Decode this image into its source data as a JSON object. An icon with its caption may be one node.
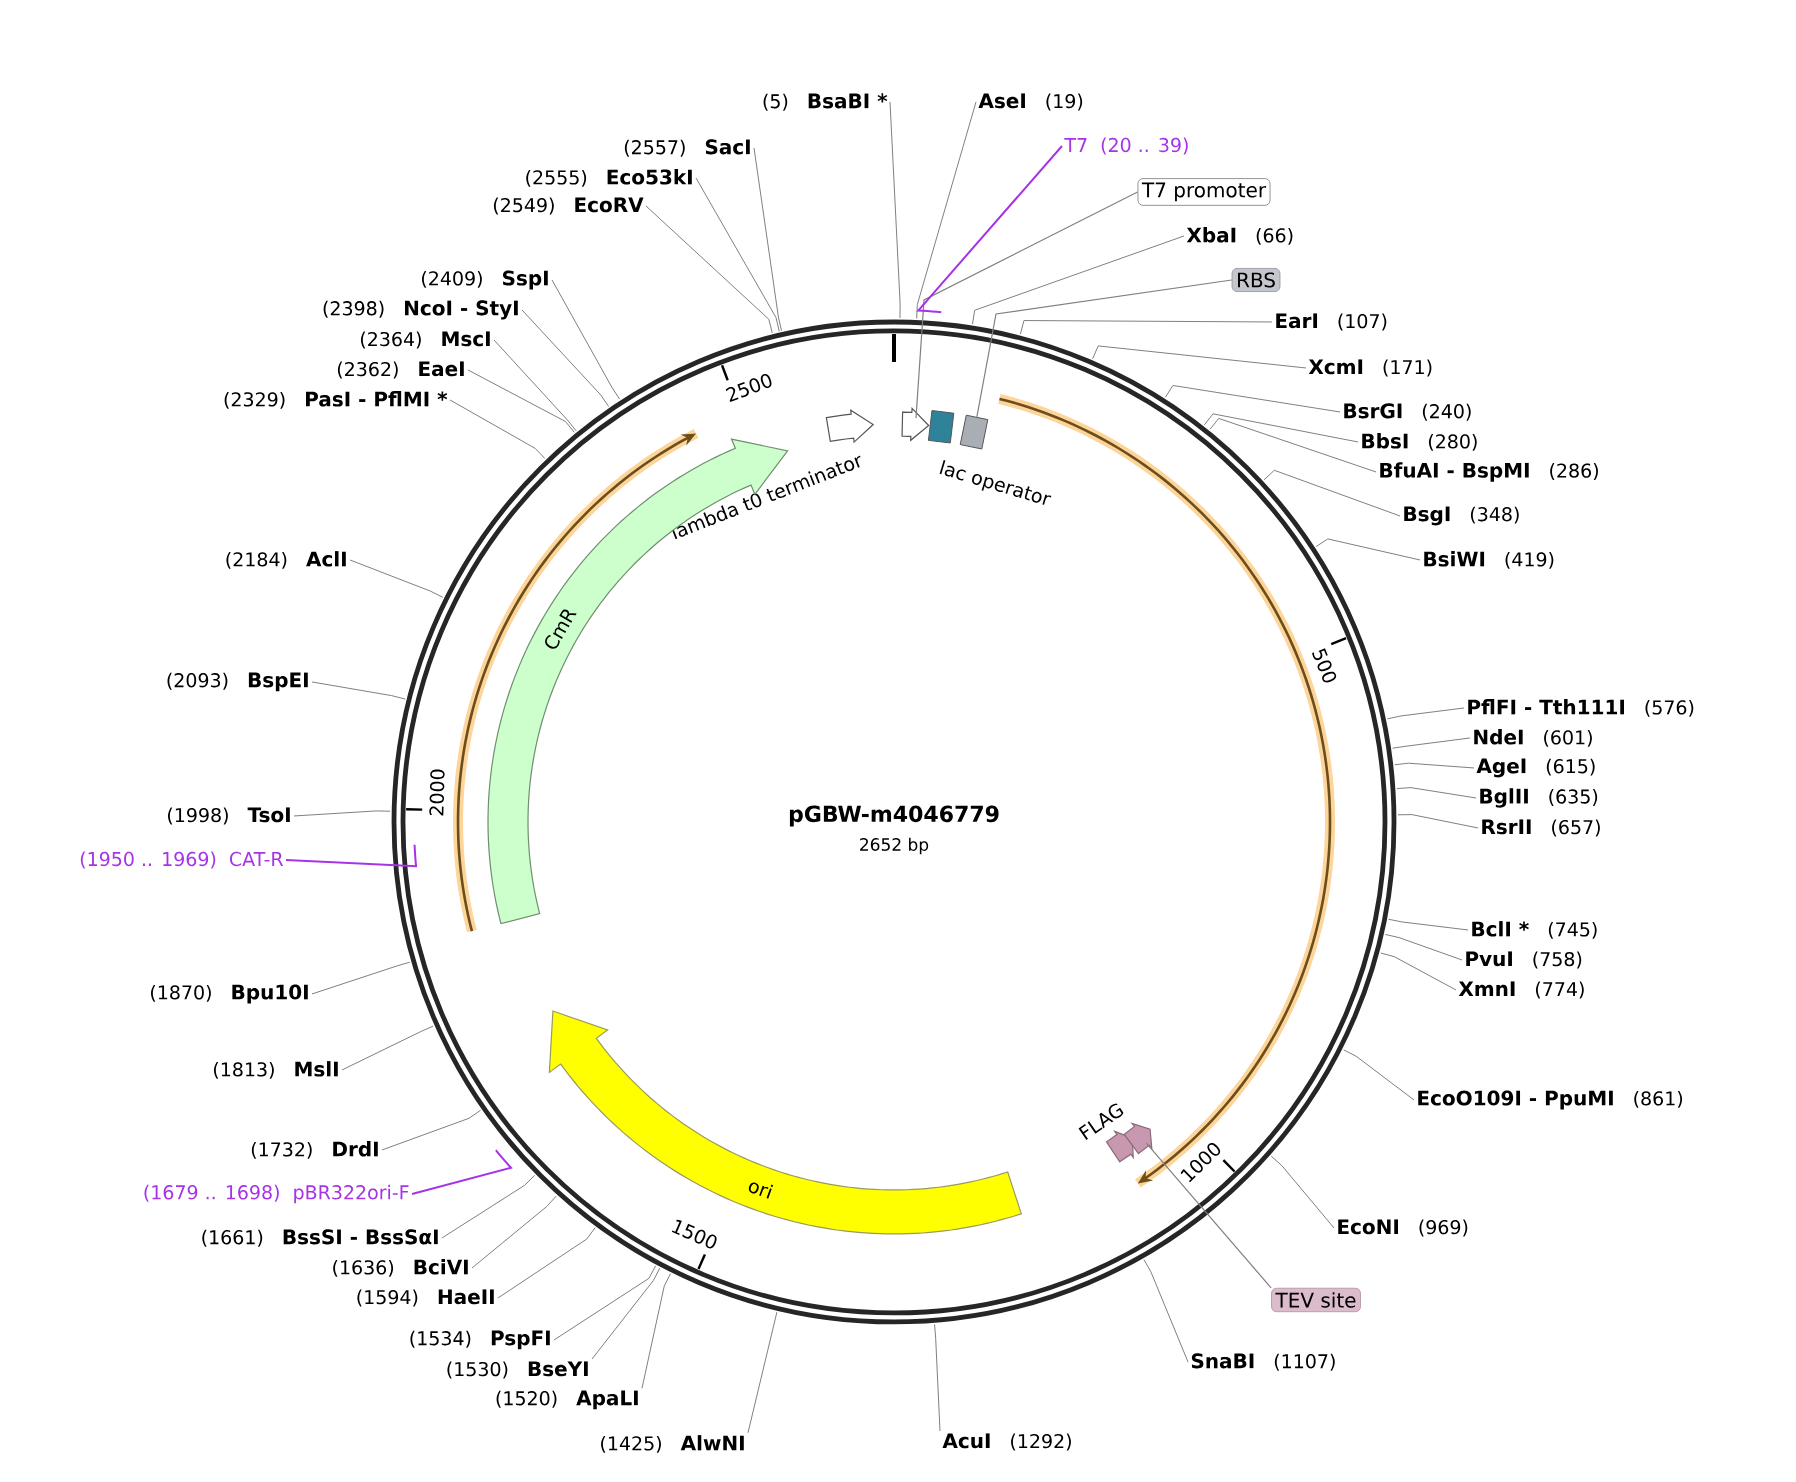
{
  "diagram": {
    "title": "pGBW-m4046779",
    "nodes": [
      {
        "text": [
          "lambda t0 terminator"
        ]
      },
      {
        "text": [],
        "shape": "arrow"
      },
      {
        "text": [
          "lac operator"
        ]
      },
      {
        "text": [],
        "shape": "box"
      },
      {
        "text": [
          "FLAG"
        ]
      },
      {
        "text": [],
        "shape": "arrow"
      },
      {
        "text": [
          "CmR"
        ]
      },
      {
        "text": [
          "ori"
        ]
      },
      {
        "text": [
          "T7 promoter"
        ]
      },
      {
        "text": [
          "RBS"
        ]
      },
      {
        "text": [
          "TEV site"
        ]
      },
      {
        "text": [
          "AseI",
          "(19)"
        ]
      },
      {
        "text": [
          "T7",
          "(20 .. 39)"
        ]
      },
      {
        "text": [
          "XbaI",
          "(66)"
        ]
      },
      {
        "text": [
          "EarI",
          "(107)"
        ]
      },
      {
        "text": [
          "XcmI",
          "(171)"
        ]
      },
      {
        "text": [
          "BsrGI",
          "(240)"
        ]
      },
      {
        "text": [
          "BbsI",
          "(280)"
        ]
      },
      {
        "text": [
          "BfuAI - BspMI",
          "(286)"
        ]
      },
      {
        "text": [
          "BsgI",
          "(348)"
        ]
      },
      {
        "text": [
          "BsiWI",
          "(419)"
        ]
      },
      {
        "text": [
          "PflFI - Tth111I",
          "(576)"
        ]
      },
      {
        "text": [
          "NdeI",
          "(601)"
        ]
      },
      {
        "text": [
          "AgeI",
          "(615)"
        ]
      },
      {
        "text": [
          "BglII",
          "(635)"
        ]
      },
      {
        "text": [
          "RsrII",
          "(657)"
        ]
      },
      {
        "text": [
          "BclI *",
          "(745)"
        ]
      },
      {
        "text": [
          "PvuI",
          "(758)"
        ]
      },
      {
        "text": [
          "XmnI",
          "(774)"
        ]
      },
      {
        "text": [
          "EcoO109I - PpuMI",
          "(861)"
        ]
      },
      {
        "text": [
          "EcoNI",
          "(969)"
        ]
      },
      {
        "text": [
          "SnaBI",
          "(1107)"
        ]
      },
      {
        "text": [
          "AcuI",
          "(1292)"
        ]
      },
      {
        "text": [
          "(1425)",
          "AlwNI"
        ]
      },
      {
        "text": [
          "(1520)",
          "ApaLI"
        ]
      },
      {
        "text": [
          "(1530)",
          "BseYI"
        ]
      },
      {
        "text": [
          "(1534)",
          "PspFI"
        ]
      },
      {
        "text": [
          "(1594)",
          "HaeII"
        ]
      },
      {
        "text": [
          "(1636)",
          "BciVI"
        ]
      },
      {
        "text": [
          "(1661)",
          "BssSI - BssSαI"
        ]
      },
      {
        "text": [
          "(1679 .. 1698)",
          "pBR322ori-F"
        ]
      },
      {
        "text": [
          "(1732)",
          "DrdI"
        ]
      },
      {
        "text": [
          "(1813)",
          "MslI"
        ]
      },
      {
        "text": [
          "(1870)",
          "Bpu10I"
        ]
      },
      {
        "text": [
          "(1950 .. 1969)",
          "CAT-R"
        ]
      },
      {
        "text": [
          "(1998)",
          "TsoI"
        ]
      },
      {
        "text": [
          "(2093)",
          "BspEI"
        ]
      },
      {
        "text": [
          "(2184)",
          "AclI"
        ]
      },
      {
        "text": [
          "(2329)",
          "PasI - PflMI *"
        ]
      },
      {
        "text": [
          "(2362)",
          "EaeI"
        ]
      },
      {
        "text": [
          "(2364)",
          "MscI"
        ]
      },
      {
        "text": [
          "(2398)",
          "NcoI - StyI"
        ]
      },
      {
        "text": [
          "(2409)",
          "SspI"
        ]
      },
      {
        "text": [
          "(2549)",
          "EcoRV"
        ]
      },
      {
        "text": [
          "(2555)",
          "Eco53kI"
        ]
      },
      {
        "text": [
          "(2557)",
          "SacI"
        ]
      },
      {
        "text": [
          "(5)",
          "BsaBI *"
        ]
      }
    ],
    "edges": [
      {
        "from": 8,
        "to": 1,
        "arrow": "none"
      },
      {
        "from": 9,
        "to": 3,
        "arrow": "none"
      },
      {
        "from": 10,
        "to": 5,
        "arrow": "none"
      },
      {
        "from": 11,
        "to": null,
        "arrow": "none"
      },
      {
        "from": 12,
        "to": null,
        "arrow": "none",
        "color": "#a633e6"
      },
      {
        "from": 13,
        "to": null,
        "arrow": "none"
      },
      {
        "from": 14,
        "to": null,
        "arrow": "none"
      },
      {
        "from": 15,
        "to": null,
        "arrow": "none"
      },
      {
        "from": 16,
        "to": null,
        "arrow": "none"
      },
      {
        "from": 17,
        "to": null,
        "arrow": "none"
      },
      {
        "from": 18,
        "to": null,
        "arrow": "none"
      },
      {
        "from": 19,
        "to": null,
        "arrow": "none"
      },
      {
        "from": 20,
        "to": null,
        "arrow": "none"
      },
      {
        "from": 21,
        "to": null,
        "arrow": "none"
      },
      {
        "from": 22,
        "to": null,
        "arrow": "none"
      },
      {
        "from": 23,
        "to": null,
        "arrow": "none"
      },
      {
        "from": 24,
        "to": null,
        "arrow": "none"
      },
      {
        "from": 25,
        "to": null,
        "arrow": "none"
      },
      {
        "from": 26,
        "to": null,
        "arrow": "none"
      },
      {
        "from": 27,
        "to": null,
        "arrow": "none"
      },
      {
        "from": 28,
        "to": null,
        "arrow": "none"
      },
      {
        "from": 29,
        "to": null,
        "arrow": "none"
      },
      {
        "from": 30,
        "to": null,
        "arrow": "none"
      },
      {
        "from": 31,
        "to": null,
        "arrow": "none"
      },
      {
        "from": 32,
        "to": null,
        "arrow": "none"
      },
      {
        "from": 33,
        "to": null,
        "arrow": "none"
      },
      {
        "from": 34,
        "to": null,
        "arrow": "none"
      },
      {
        "from": 35,
        "to": null,
        "arrow": "none"
      },
      {
        "from": 36,
        "to": null,
        "arrow": "none"
      },
      {
        "from": 37,
        "to": null,
        "arrow": "none"
      },
      {
        "from": 38,
        "to": null,
        "arrow": "none"
      },
      {
        "from": 39,
        "to": null,
        "arrow": "none"
      },
      {
        "from": 40,
        "to": null,
        "arrow": "none",
        "color": "#a633e6"
      },
      {
        "from": 41,
        "to": null,
        "arrow": "none"
      },
      {
        "from": 42,
        "to": null,
        "arrow": "none"
      },
      {
        "from": 43,
        "to": null,
        "arrow": "none"
      },
      {
        "from": 44,
        "to": null,
        "arrow": "none",
        "color": "#a633e6"
      },
      {
        "from": 45,
        "to": null,
        "arrow": "none"
      },
      {
        "from": 46,
        "to": null,
        "arrow": "none"
      },
      {
        "from": 47,
        "to": null,
        "arrow": "none"
      },
      {
        "from": 48,
        "to": null,
        "arrow": "none"
      },
      {
        "from": 49,
        "to": null,
        "arrow": "none"
      },
      {
        "from": 50,
        "to": null,
        "arrow": "none"
      },
      {
        "from": 51,
        "to": null,
        "arrow": "none"
      },
      {
        "from": 52,
        "to": null,
        "arrow": "none"
      },
      {
        "from": 53,
        "to": null,
        "arrow": "none"
      },
      {
        "from": 54,
        "to": null,
        "arrow": "none"
      },
      {
        "from": 55,
        "to": null,
        "arrow": "none"
      },
      {
        "from": 56,
        "to": null,
        "arrow": "none"
      }
    ],
    "labels": [
      "2652 bp",
      "500",
      "1000",
      "1500",
      "2000",
      "2500"
    ]
  }
}
